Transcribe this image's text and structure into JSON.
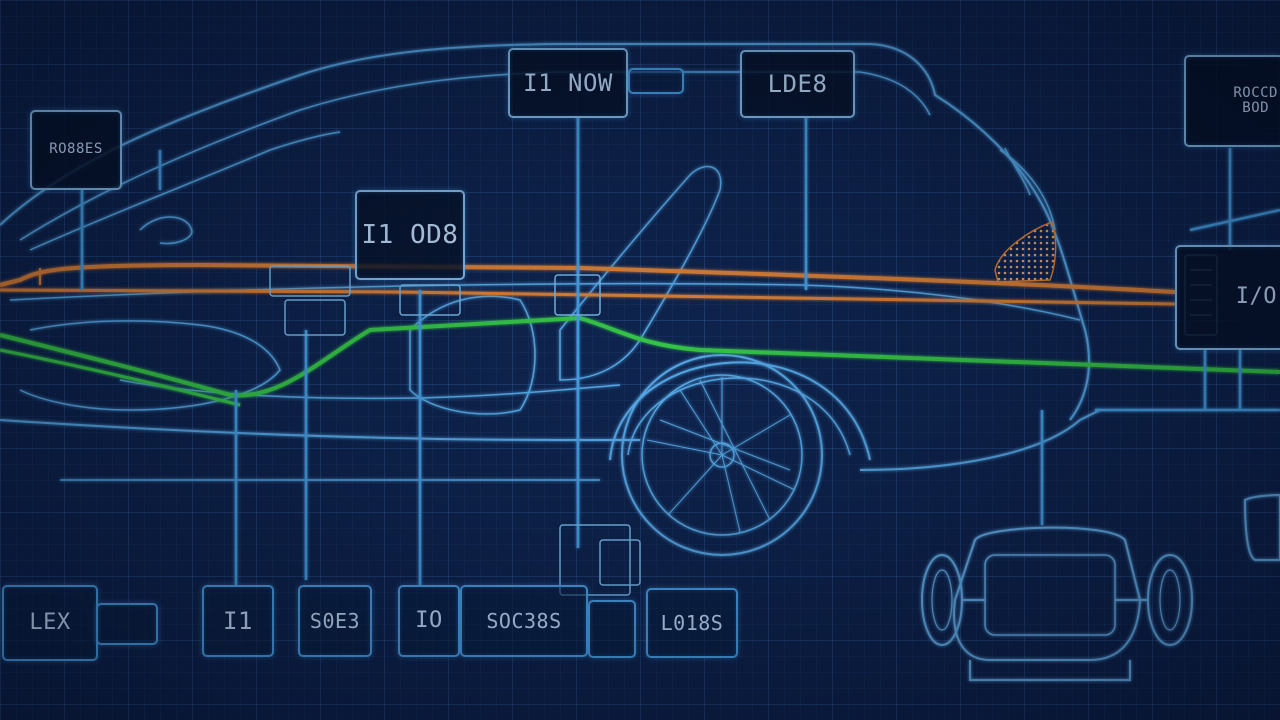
{
  "colors": {
    "background": "#0b1d42",
    "outline": "#4aa8ec",
    "harness_orange": "#f0862a",
    "harness_green": "#38d43a",
    "label_text": "#cfe7ff"
  },
  "labels": {
    "top_center_left": "I1 NOW",
    "top_center_right": "LDE8",
    "top_left": "RO88ES",
    "top_right": "ROCCD\nBOD",
    "cabin_module": "I1 OD8",
    "right_module": "I/O",
    "bottom_1": "LEX",
    "bottom_2": "I1",
    "bottom_3": "S0E3",
    "bottom_4": "IO",
    "bottom_5": "SOC38S",
    "bottom_6": "L018S"
  }
}
